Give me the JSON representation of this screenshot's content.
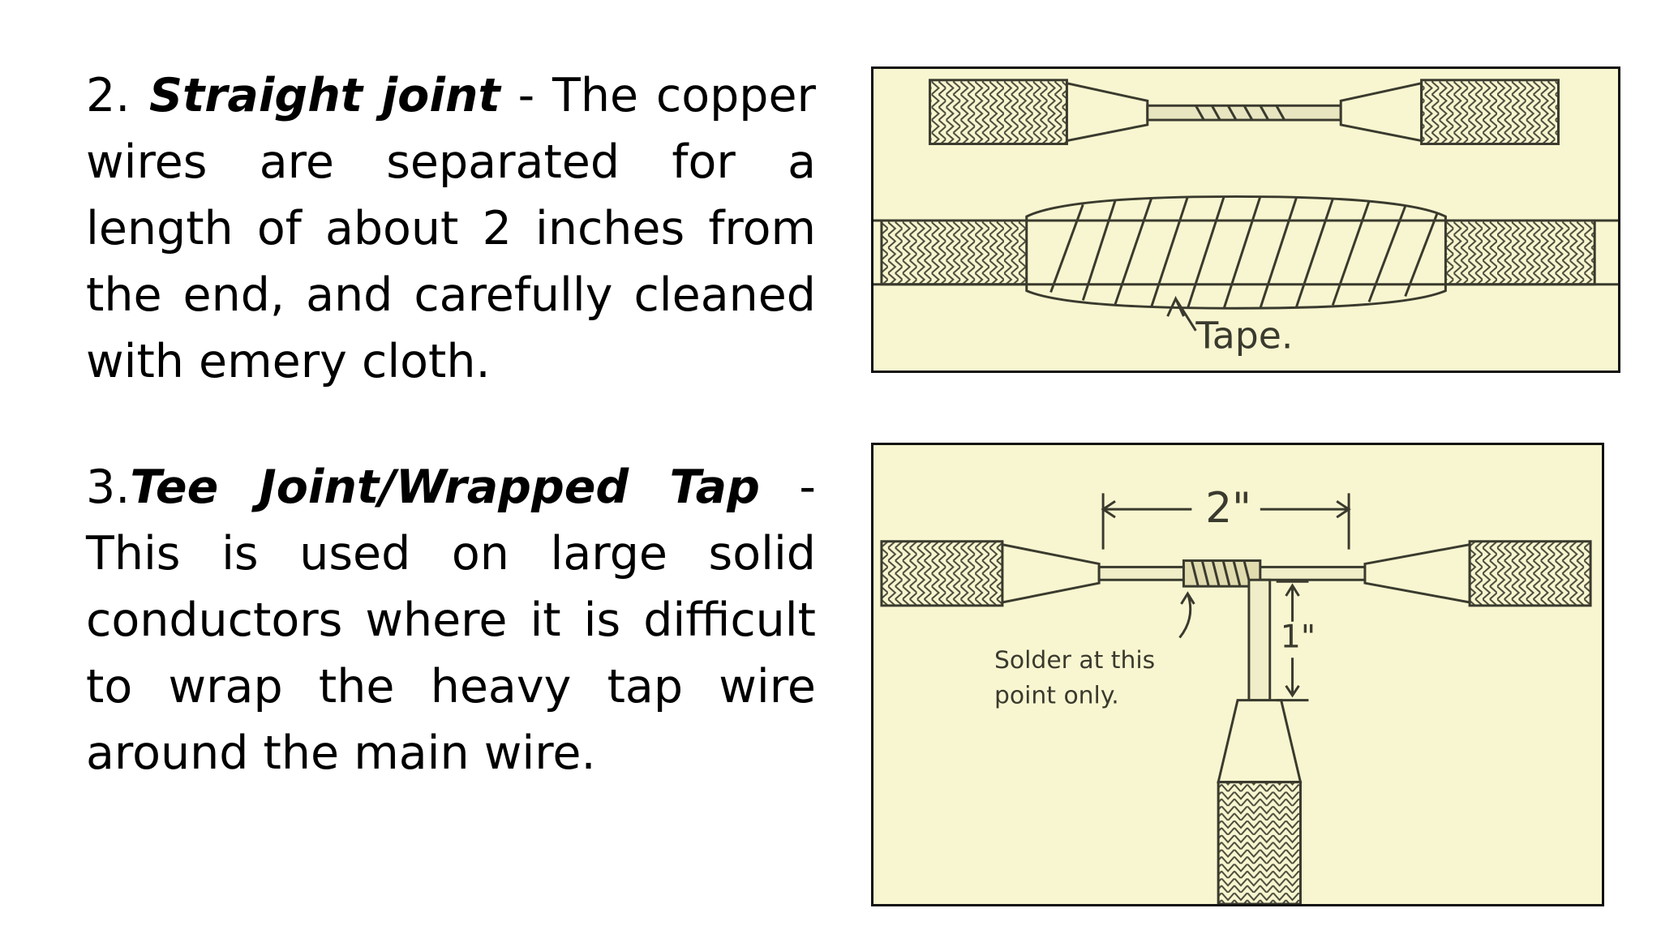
{
  "sections": [
    {
      "number": "2.",
      "term": " Straight joint",
      "body": " - The copper wires are separated for a length of about 2 inches from the end, and carefully cleaned with emery cloth."
    },
    {
      "number": "3.",
      "term": "Tee Joint/Wrapped Tap",
      "body": " - This is used on large solid conductors where it is difficult to wrap the heavy tap wire around the main wire."
    }
  ],
  "figures": {
    "straight": {
      "tape_label": "Tape."
    },
    "tee": {
      "dim_main": "2\"",
      "dim_tap": "1\"",
      "solder_line1": "Solder at this",
      "solder_line2": "point only."
    }
  },
  "colors": {
    "figure_bg": "#f8f6d0",
    "ink": "#3a3a2e"
  }
}
